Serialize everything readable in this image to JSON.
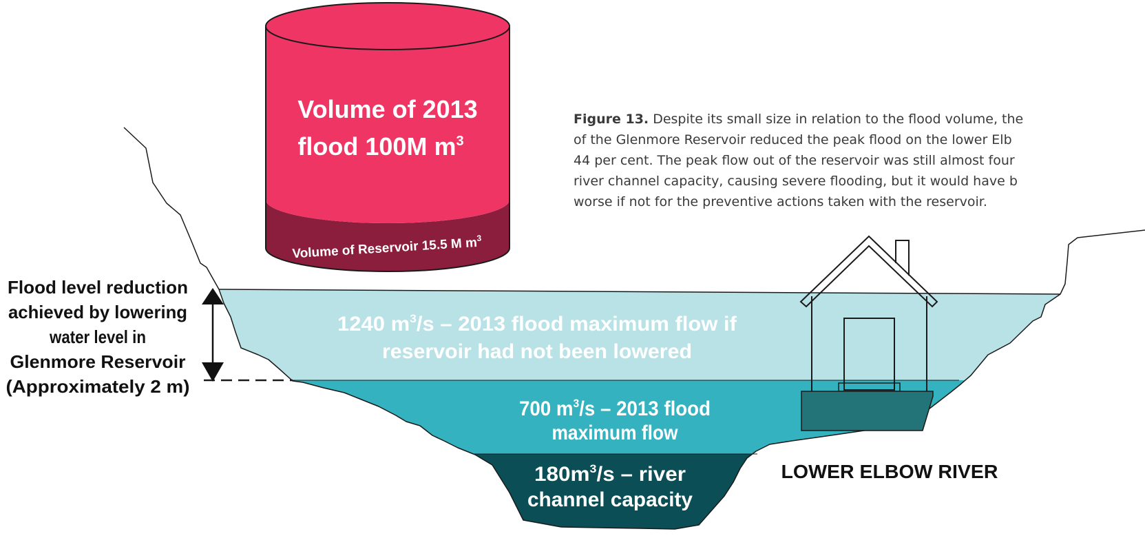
{
  "cylinder": {
    "volume_line1": "Volume of 2013",
    "volume_line2": "flood 100M m",
    "volume_sup": "3",
    "reservoir_text": "Volume of Reservoir 15.5 M m",
    "reservoir_sup": "3"
  },
  "caption": {
    "label": "Figure 13.",
    "lines": [
      " Despite its small size in relation to the flood volume, the",
      "of the Glenmore Reservoir reduced the peak flood on the lower Elb",
      "44 per cent. The peak flow out of the reservoir was still almost four",
      "river channel capacity, causing severe flooding, but it would have b",
      "worse if not for the preventive actions taken with the reservoir."
    ]
  },
  "left_label": {
    "lines": [
      "Flood level reduction",
      "achieved by lowering",
      "water level in",
      "Glenmore Reservoir",
      "(Approximately 2 m)"
    ]
  },
  "flow_levels": {
    "upper": {
      "pre": "1240 m",
      "sup": "3",
      "post": "/s – 2013 flood maximum flow if",
      "line2": "reservoir had not been lowered"
    },
    "middle": {
      "pre": "700 m",
      "sup": "3",
      "post": "/s – 2013 flood",
      "line2": "maximum flow"
    },
    "bottom": {
      "pre": "180m",
      "sup": "3",
      "post": "/s  – river",
      "line2": "channel capacity"
    }
  },
  "river_label": "LOWER ELBOW RIVER",
  "colors": {
    "cylinder_pink": "#ef3564",
    "cylinder_dark": "#8b1d3d",
    "flood_light": "#b8e2e6",
    "flood_mid": "#34b2bf",
    "channel_dark": "#0b4e55",
    "foundation": "#237479"
  }
}
